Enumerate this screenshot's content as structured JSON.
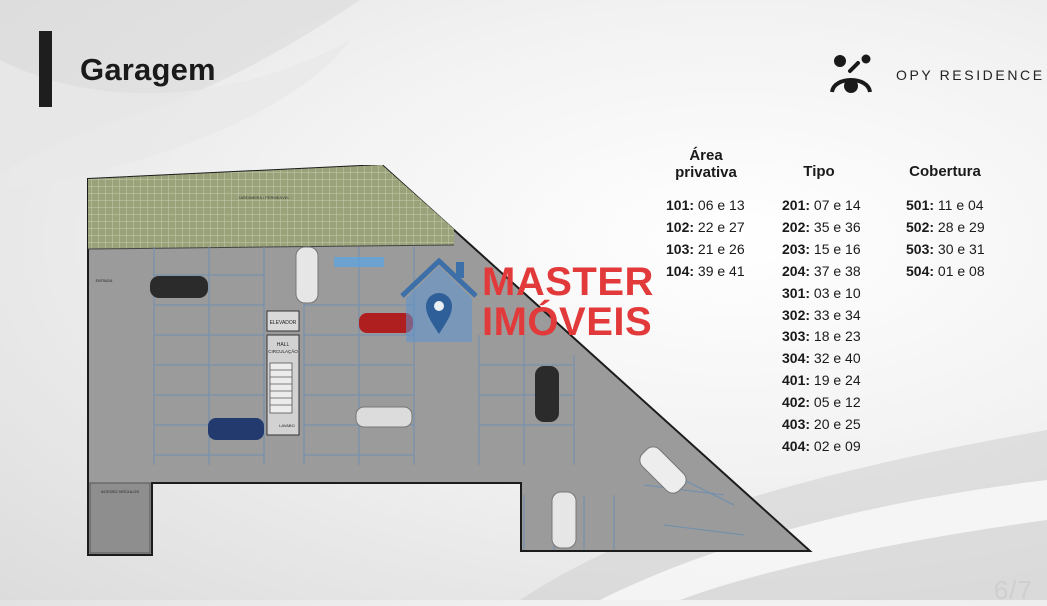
{
  "header": {
    "title": "Garagem"
  },
  "brand": {
    "name": "OPY RESIDENCE",
    "icon": "opy-logo-icon"
  },
  "watermark": {
    "line1": "MASTER",
    "line2": "IMÓVEIS",
    "color": "#e23a3a",
    "icon": "house-pin-icon"
  },
  "plan": {
    "labels": {
      "elevator": "ELEVADOR",
      "hall1": "HALL",
      "hall2": "CIRCULAÇÃO",
      "stairs": "LAVABO",
      "access": "ACESSO VEÍCULOS",
      "garden": "JARDINEIRA / PERMEÁVEL",
      "entrance": "ENTRADA"
    }
  },
  "columns": {
    "privativa": {
      "heading1": "Área",
      "heading2": "privativa",
      "rows": [
        {
          "unit": "101:",
          "spots": "06 e 13"
        },
        {
          "unit": "102:",
          "spots": "22 e 27"
        },
        {
          "unit": "103:",
          "spots": "21 e 26"
        },
        {
          "unit": "104:",
          "spots": "39 e 41"
        }
      ]
    },
    "tipo": {
      "heading": "Tipo",
      "rows": [
        {
          "unit": "201:",
          "spots": "07 e 14"
        },
        {
          "unit": "202:",
          "spots": "35 e 36"
        },
        {
          "unit": "203:",
          "spots": "15 e 16"
        },
        {
          "unit": "204:",
          "spots": "37 e 38"
        },
        {
          "unit": "301:",
          "spots": "03 e 10"
        },
        {
          "unit": "302:",
          "spots": "33 e 34"
        },
        {
          "unit": "303:",
          "spots": "18 e 23"
        },
        {
          "unit": "304:",
          "spots": "32 e 40"
        },
        {
          "unit": "401:",
          "spots": "19 e 24"
        },
        {
          "unit": "402:",
          "spots": "05 e 12"
        },
        {
          "unit": "403:",
          "spots": "20 e 25"
        },
        {
          "unit": "404:",
          "spots": "02 e 09"
        }
      ]
    },
    "cobertura": {
      "heading": "Cobertura",
      "rows": [
        {
          "unit": "501:",
          "spots": "11 e 04"
        },
        {
          "unit": "502:",
          "spots": "28 e 29"
        },
        {
          "unit": "503:",
          "spots": "30 e 31"
        },
        {
          "unit": "504:",
          "spots": "01 e 08"
        }
      ]
    }
  },
  "footer": {
    "page": "6/7"
  }
}
